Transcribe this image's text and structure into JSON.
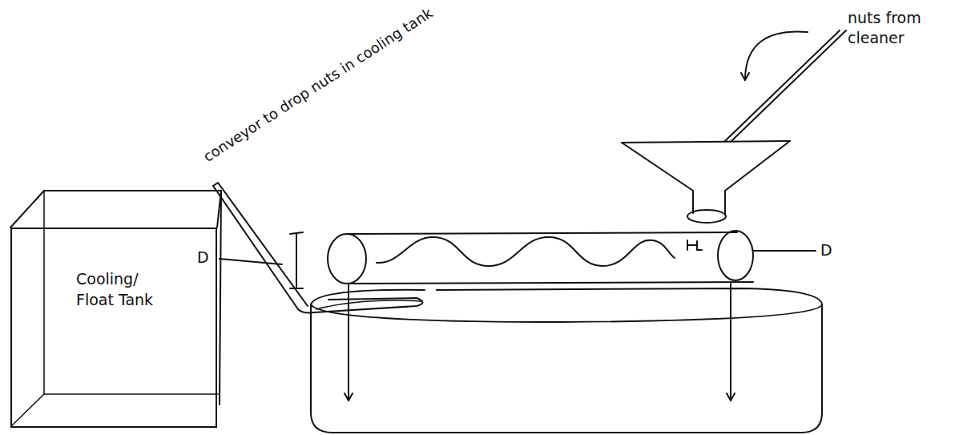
{
  "diagram": {
    "nodes": [
      {
        "text": [
          "Cooling/ Float Tank"
        ]
      }
    ],
    "labels": [
      "nuts from cleaner",
      "conveyor to drop nuts in cooling tank",
      "D",
      "D"
    ]
  }
}
